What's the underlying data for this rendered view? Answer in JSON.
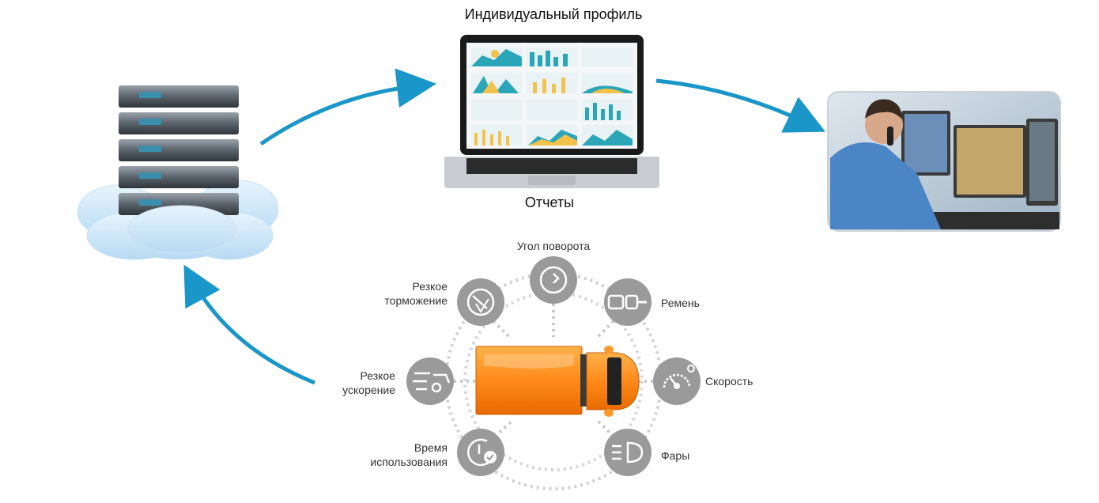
{
  "labels": {
    "profile": "Индивидуальный  профиль",
    "reports": "Отчеты"
  },
  "sensors": {
    "turn": "Угол поворота",
    "braking_1": "Резкое",
    "braking_2": "торможение",
    "belt": "Ремень",
    "accel_1": "Резкое",
    "accel_2": "ускорение",
    "speed": "Скорость",
    "time_1": "Время",
    "time_2": "использования",
    "lights": "Фары"
  },
  "icons": {
    "server": "server-rack-icon",
    "cloud": "cloud-icon",
    "laptop": "laptop-icon",
    "operator": "operator-photo",
    "truck": "truck-icon",
    "turn": "steering-turn-icon",
    "braking": "brake-icon",
    "belt": "seatbelt-icon",
    "accel": "acceleration-icon",
    "speed": "speedometer-icon",
    "time": "clock-check-icon",
    "lights": "headlight-icon"
  },
  "colors": {
    "arrow": "#1a96c8",
    "sensor_circle": "#9a9a9a",
    "truck_body": "#ff8c1a",
    "dots": "#c8c8c8"
  }
}
